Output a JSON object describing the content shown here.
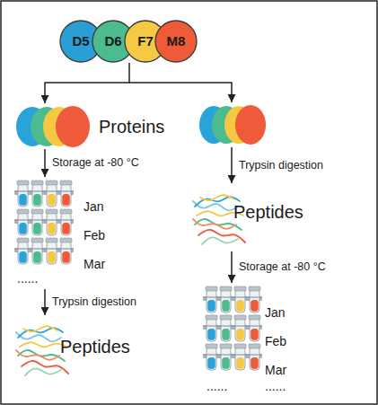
{
  "diagram": {
    "nodes": [
      {
        "text": [
          "D5"
        ]
      },
      {
        "text": [
          "D6"
        ]
      },
      {
        "text": [
          "F7"
        ]
      },
      {
        "text": [
          "M8"
        ]
      },
      {
        "text": [
          "Proteins"
        ]
      },
      {
        "text": [
          "Jan",
          "Feb",
          "Mar",
          "......"
        ]
      },
      {
        "text": [
          "Peptides"
        ]
      },
      {
        "text": [
          "Peptides"
        ]
      },
      {
        "text": [
          "Jan",
          "Feb",
          "Mar",
          "......",
          "......"
        ]
      }
    ],
    "edges": [
      {
        "from": 1,
        "to": 4,
        "arrow": "to"
      },
      {
        "from": 4,
        "to": 5,
        "label": "Storage at -80 °C",
        "arrow": "to"
      },
      {
        "from": 5,
        "to": 6,
        "label": "Trypsin digestion",
        "arrow": "to"
      },
      {
        "from": 7,
        "to": 8,
        "label": "Storage at -80 °C",
        "arrow": "to"
      }
    ],
    "labels": [
      "Trypsin digestion"
    ]
  }
}
